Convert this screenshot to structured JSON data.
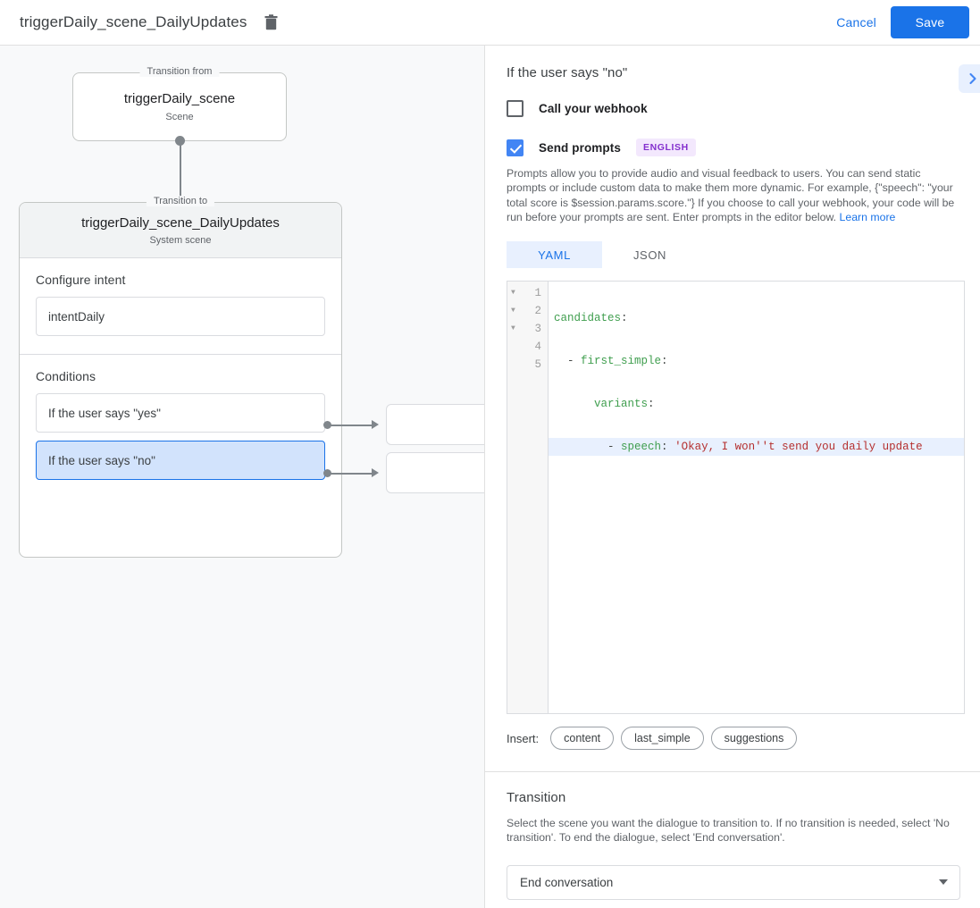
{
  "topbar": {
    "title": "triggerDaily_scene_DailyUpdates",
    "delete_icon": "trash-icon",
    "cancel_label": "Cancel",
    "save_label": "Save",
    "save_bg": "#1a73e8"
  },
  "canvas": {
    "from_card": {
      "legend": "Transition from",
      "title": "triggerDaily_scene",
      "subtitle": "Scene"
    },
    "to_card": {
      "legend": "Transition to",
      "title": "triggerDaily_scene_DailyUpdates",
      "subtitle": "System scene"
    },
    "intent_section": {
      "label": "Configure intent",
      "value": "intentDaily"
    },
    "conditions_section": {
      "label": "Conditions",
      "items": [
        {
          "label": "If the user says \"yes\"",
          "selected": false
        },
        {
          "label": "If the user says \"no\"",
          "selected": true
        }
      ]
    },
    "target_cards": [
      {
        "label": ""
      },
      {
        "label": ""
      }
    ]
  },
  "panel": {
    "title": "If the user says \"no\"",
    "expand_icon": "chevron-right-icon",
    "expand_bg": "#e8f0fe",
    "webhook": {
      "label": "Call your webhook",
      "checked": false
    },
    "prompts": {
      "label": "Send prompts",
      "checked": true,
      "badge": "ENGLISH",
      "badge_bg": "#f3e8fd",
      "badge_color": "#8430ce",
      "description": "Prompts allow you to provide audio and visual feedback to users. You can send static prompts or include custom data to make them more dynamic. For example, {\"speech\": \"your total score is $session.params.score.\"} If you choose to call your webhook, your code will be run before your prompts are sent. Enter prompts in the editor below. ",
      "learn_more": "Learn more"
    },
    "format_tabs": [
      {
        "label": "YAML",
        "active": true
      },
      {
        "label": "JSON",
        "active": false
      }
    ],
    "editor": {
      "line_numbers": [
        "1",
        "2",
        "3",
        "4",
        "5"
      ],
      "fold_markers": [
        true,
        true,
        true,
        false,
        false
      ],
      "active_line": 4,
      "lines": [
        {
          "indent": "",
          "key": "candidates",
          "punc": ":",
          "dash": "",
          "value": ""
        },
        {
          "indent": "  ",
          "key": "first_simple",
          "punc": ":",
          "dash": "- ",
          "value": ""
        },
        {
          "indent": "      ",
          "key": "variants",
          "punc": ":",
          "dash": "",
          "value": ""
        },
        {
          "indent": "        ",
          "key": "speech",
          "punc": ": ",
          "dash": "- ",
          "value": "'Okay, I won''t send you daily update"
        },
        {
          "indent": "",
          "key": "",
          "punc": "",
          "dash": "",
          "value": ""
        }
      ],
      "raw_text": "candidates:\n  - first_simple:\n      variants:\n        - speech: 'Okay, I won''t send you daily updates.'\n"
    },
    "insert": {
      "label": "Insert:",
      "chips": [
        "content",
        "last_simple",
        "suggestions"
      ]
    },
    "transition": {
      "title": "Transition",
      "description": "Select the scene you want the dialogue to transition to. If no transition is needed, select 'No transition'. To end the dialogue, select 'End conversation'.",
      "selected": "End conversation",
      "caret_icon": "caret-down-icon"
    }
  }
}
